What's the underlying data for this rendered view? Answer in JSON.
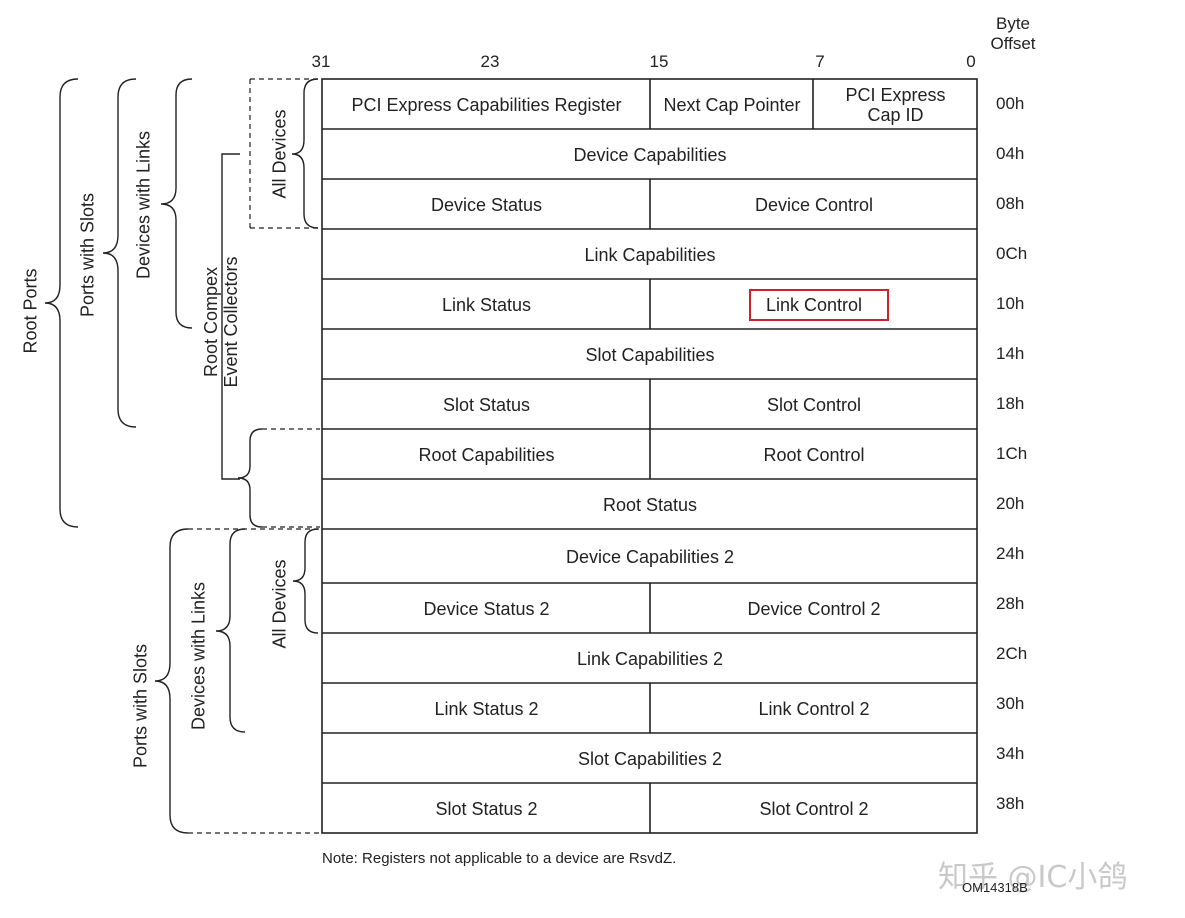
{
  "bit_positions": [
    "31",
    "23",
    "15",
    "7",
    "0"
  ],
  "byte_offset_header": [
    "Byte",
    "Offset"
  ],
  "offsets": [
    "00h",
    "04h",
    "08h",
    "0Ch",
    "10h",
    "14h",
    "18h",
    "1Ch",
    "20h",
    "24h",
    "28h",
    "2Ch",
    "30h",
    "34h",
    "38h"
  ],
  "rows": [
    {
      "cells": [
        "PCI Express Capabilities Register",
        "Next Cap Pointer",
        "PCI Express Cap ID"
      ]
    },
    {
      "cells": [
        "Device Capabilities"
      ]
    },
    {
      "cells": [
        "Device Status",
        "Device Control"
      ]
    },
    {
      "cells": [
        "Link Capabilities"
      ]
    },
    {
      "cells": [
        "Link Status",
        "Link Control"
      ]
    },
    {
      "cells": [
        "Slot Capabilities"
      ]
    },
    {
      "cells": [
        "Slot Status",
        "Slot Control"
      ]
    },
    {
      "cells": [
        "Root Capabilities",
        "Root Control"
      ]
    },
    {
      "cells": [
        "Root Status"
      ]
    },
    {
      "cells": [
        "Device Capabilities 2"
      ]
    },
    {
      "cells": [
        "Device Status 2",
        "Device Control 2"
      ]
    },
    {
      "cells": [
        "Link Capabilities 2"
      ]
    },
    {
      "cells": [
        "Link Status 2",
        "Link Control 2"
      ]
    },
    {
      "cells": [
        "Slot Capabilities 2"
      ]
    },
    {
      "cells": [
        "Slot Status 2",
        "Slot Control 2"
      ]
    }
  ],
  "pci_cap_id_lines": [
    "PCI Express",
    "Cap ID"
  ],
  "brackets": {
    "root_ports": "Root Ports",
    "ports_with_slots": "Ports with Slots",
    "devices_with_links": "Devices with Links",
    "root_complex": [
      "Root Compex",
      "Event Collectors"
    ],
    "all_devices": "All Devices",
    "ports_with_slots_2": "Ports with Slots",
    "devices_with_links_2": "Devices with Links",
    "all_devices_2": "All Devices"
  },
  "highlight": {
    "label": "Link Control",
    "color": "#d0212d"
  },
  "note": "Note:  Registers not applicable to a device are RsvdZ.",
  "figure_id": "OM14318B",
  "watermark": "知乎 @IC小鸽"
}
